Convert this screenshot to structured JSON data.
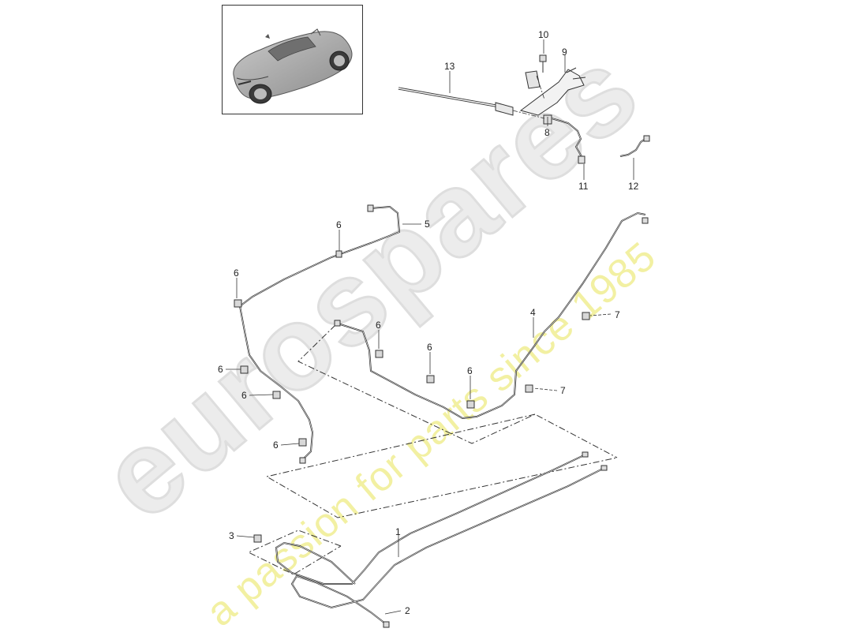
{
  "watermark": {
    "brand": "eurospares",
    "tagline": "a passion for parts since 1985"
  },
  "callouts": [
    {
      "id": "1",
      "label": "1"
    },
    {
      "id": "2",
      "label": "2"
    },
    {
      "id": "3",
      "label": "3"
    },
    {
      "id": "4",
      "label": "4"
    },
    {
      "id": "5",
      "label": "5"
    },
    {
      "id": "6a",
      "label": "6"
    },
    {
      "id": "6b",
      "label": "6"
    },
    {
      "id": "6c",
      "label": "6"
    },
    {
      "id": "6d",
      "label": "6"
    },
    {
      "id": "6e",
      "label": "6"
    },
    {
      "id": "6f",
      "label": "6"
    },
    {
      "id": "6g",
      "label": "6"
    },
    {
      "id": "6h",
      "label": "6"
    },
    {
      "id": "7a",
      "label": "7"
    },
    {
      "id": "7b",
      "label": "7"
    },
    {
      "id": "8",
      "label": "8"
    },
    {
      "id": "9",
      "label": "9"
    },
    {
      "id": "10",
      "label": "10"
    },
    {
      "id": "11",
      "label": "11"
    },
    {
      "id": "12",
      "label": "12"
    },
    {
      "id": "13",
      "label": "13"
    }
  ]
}
